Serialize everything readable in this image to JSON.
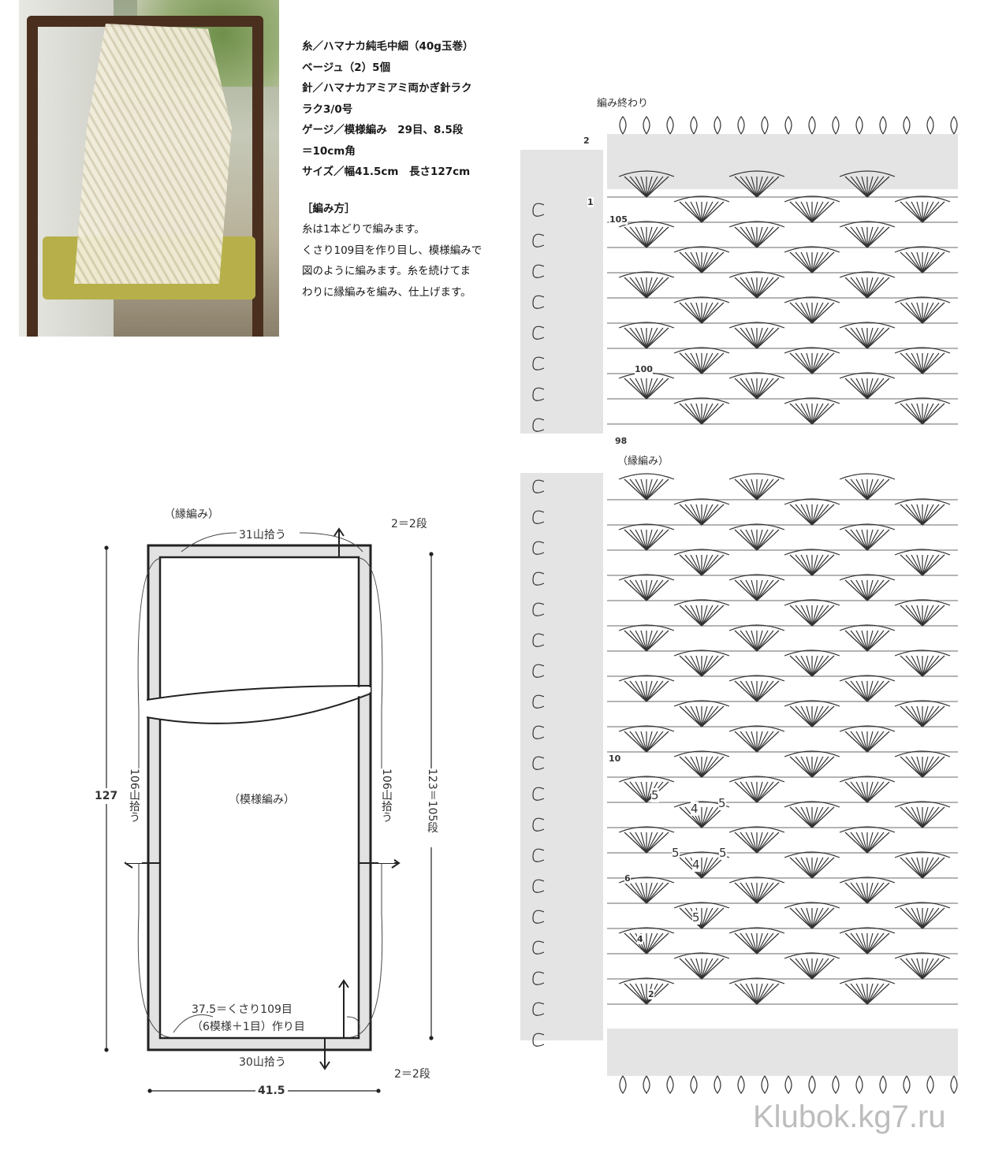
{
  "materials": {
    "yarn": "糸／ハマナカ純毛中細（40g玉巻）",
    "yarn_color": "ベージュ（2）5個",
    "hook_1": "針／ハマナカアミアミ両かぎ針ラク",
    "hook_2": "ラク3/0号",
    "gauge_1": "ゲージ／模様編み　29目、8.5段",
    "gauge_2": "＝10cm角",
    "size": "サイズ／幅41.5cm　長さ127cm"
  },
  "instructions": {
    "heading": "［編み方］",
    "lines": [
      "糸は1本どりで編みます。",
      "くさり109目を作り目し、模様編みで",
      "図のように編みます。糸を続けてま",
      "わりに縁編みを編み、仕上げます。"
    ]
  },
  "schematic": {
    "border_label": "（縁編み）",
    "top_pickup": "31山拾う",
    "top_rows": "2＝2段",
    "length": "127",
    "left_pickup": "106山拾う",
    "right_pickup": "106山拾う",
    "body_label": "（模様編み）",
    "body_rows": "123＝105段",
    "foundation_1": "37.5＝くさり109目",
    "foundation_2": "（6模様＋1目）作り目",
    "bottom_pickup": "30山拾う",
    "bottom_rows": "2＝2段",
    "width": "41.5"
  },
  "chart": {
    "end_label": "編み終わり",
    "border_label": "（縁編み）",
    "row_labels": [
      "2",
      "1",
      "105",
      "100",
      "98",
      "10",
      "6",
      "4",
      "2"
    ],
    "repeat_numbers": [
      "5",
      "4",
      "5",
      "5",
      "4",
      "5",
      "5"
    ]
  },
  "watermark": "Klubok.kg7.ru"
}
